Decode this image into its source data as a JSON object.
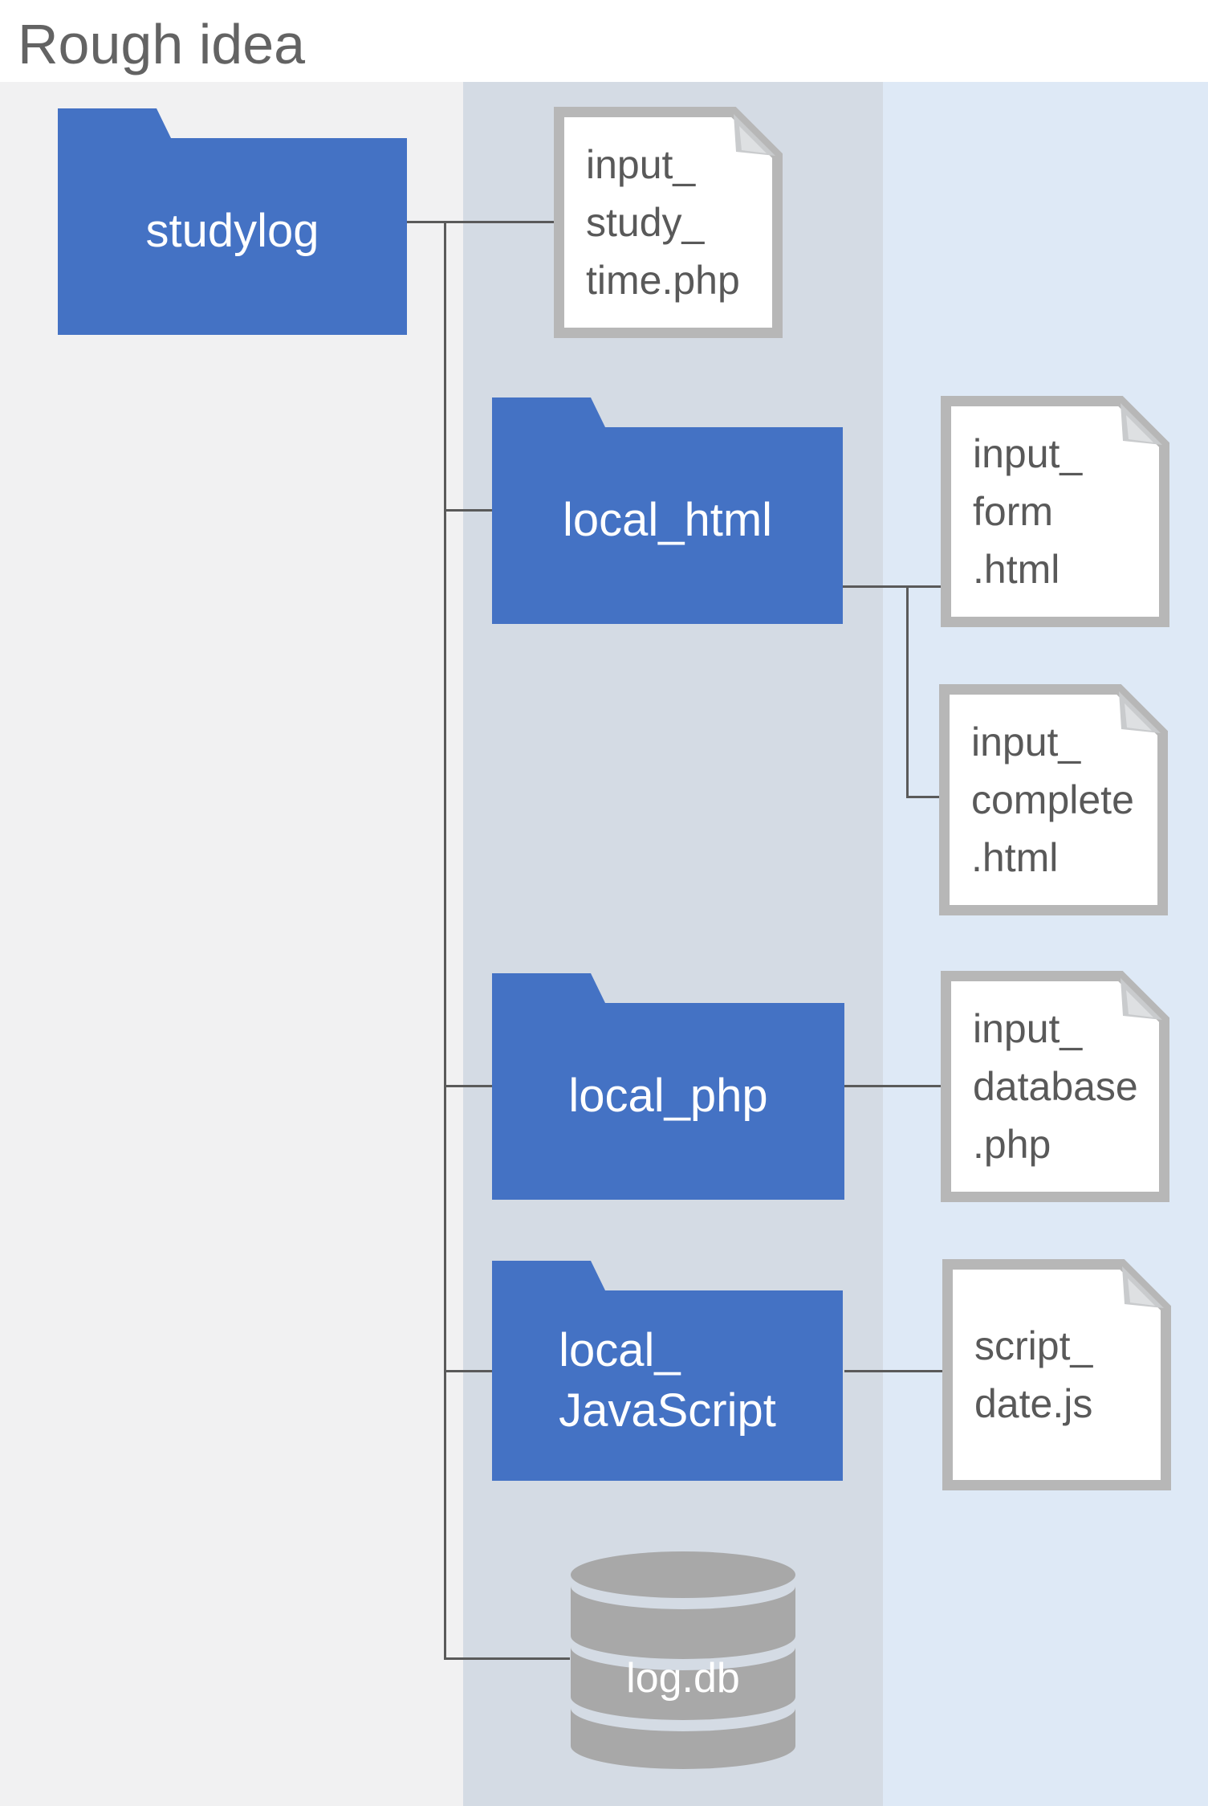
{
  "slide": {
    "title": "Rough idea"
  },
  "colors": {
    "folder_blue": "#4472C4",
    "file_fill": "#FFFFFF",
    "file_border_gray": "#B7B7B7",
    "fold_dark": "#C9CBCD",
    "fold_light": "#DEE0E2",
    "database_gray": "#A8A8A8",
    "connector_gray": "#5A5A5A",
    "column_left_bg": "#F1F1F2",
    "column_middle_bg": "#D4DBE4",
    "column_right_bg": "#DEE9F6",
    "file_text_gray": "#595959",
    "title_text_gray": "#636363",
    "label_white": "#FFFFFF"
  },
  "diagram": {
    "root_folder": {
      "label": "studylog"
    },
    "folders": [
      {
        "label_lines": [
          "local_html"
        ]
      },
      {
        "label_lines": [
          "local_php"
        ]
      },
      {
        "label_lines": [
          "local_",
          "JavaScript"
        ]
      }
    ],
    "files": [
      {
        "label_lines": [
          "input_",
          "study_",
          "time.php"
        ]
      },
      {
        "label_lines": [
          "input_",
          "form",
          ".html"
        ]
      },
      {
        "label_lines": [
          "input_",
          "complete",
          ".html"
        ]
      },
      {
        "label_lines": [
          "input_",
          "database",
          ".php"
        ]
      },
      {
        "label_lines": [
          "script_",
          "date.js"
        ]
      }
    ],
    "database": {
      "label": "log.db"
    }
  }
}
